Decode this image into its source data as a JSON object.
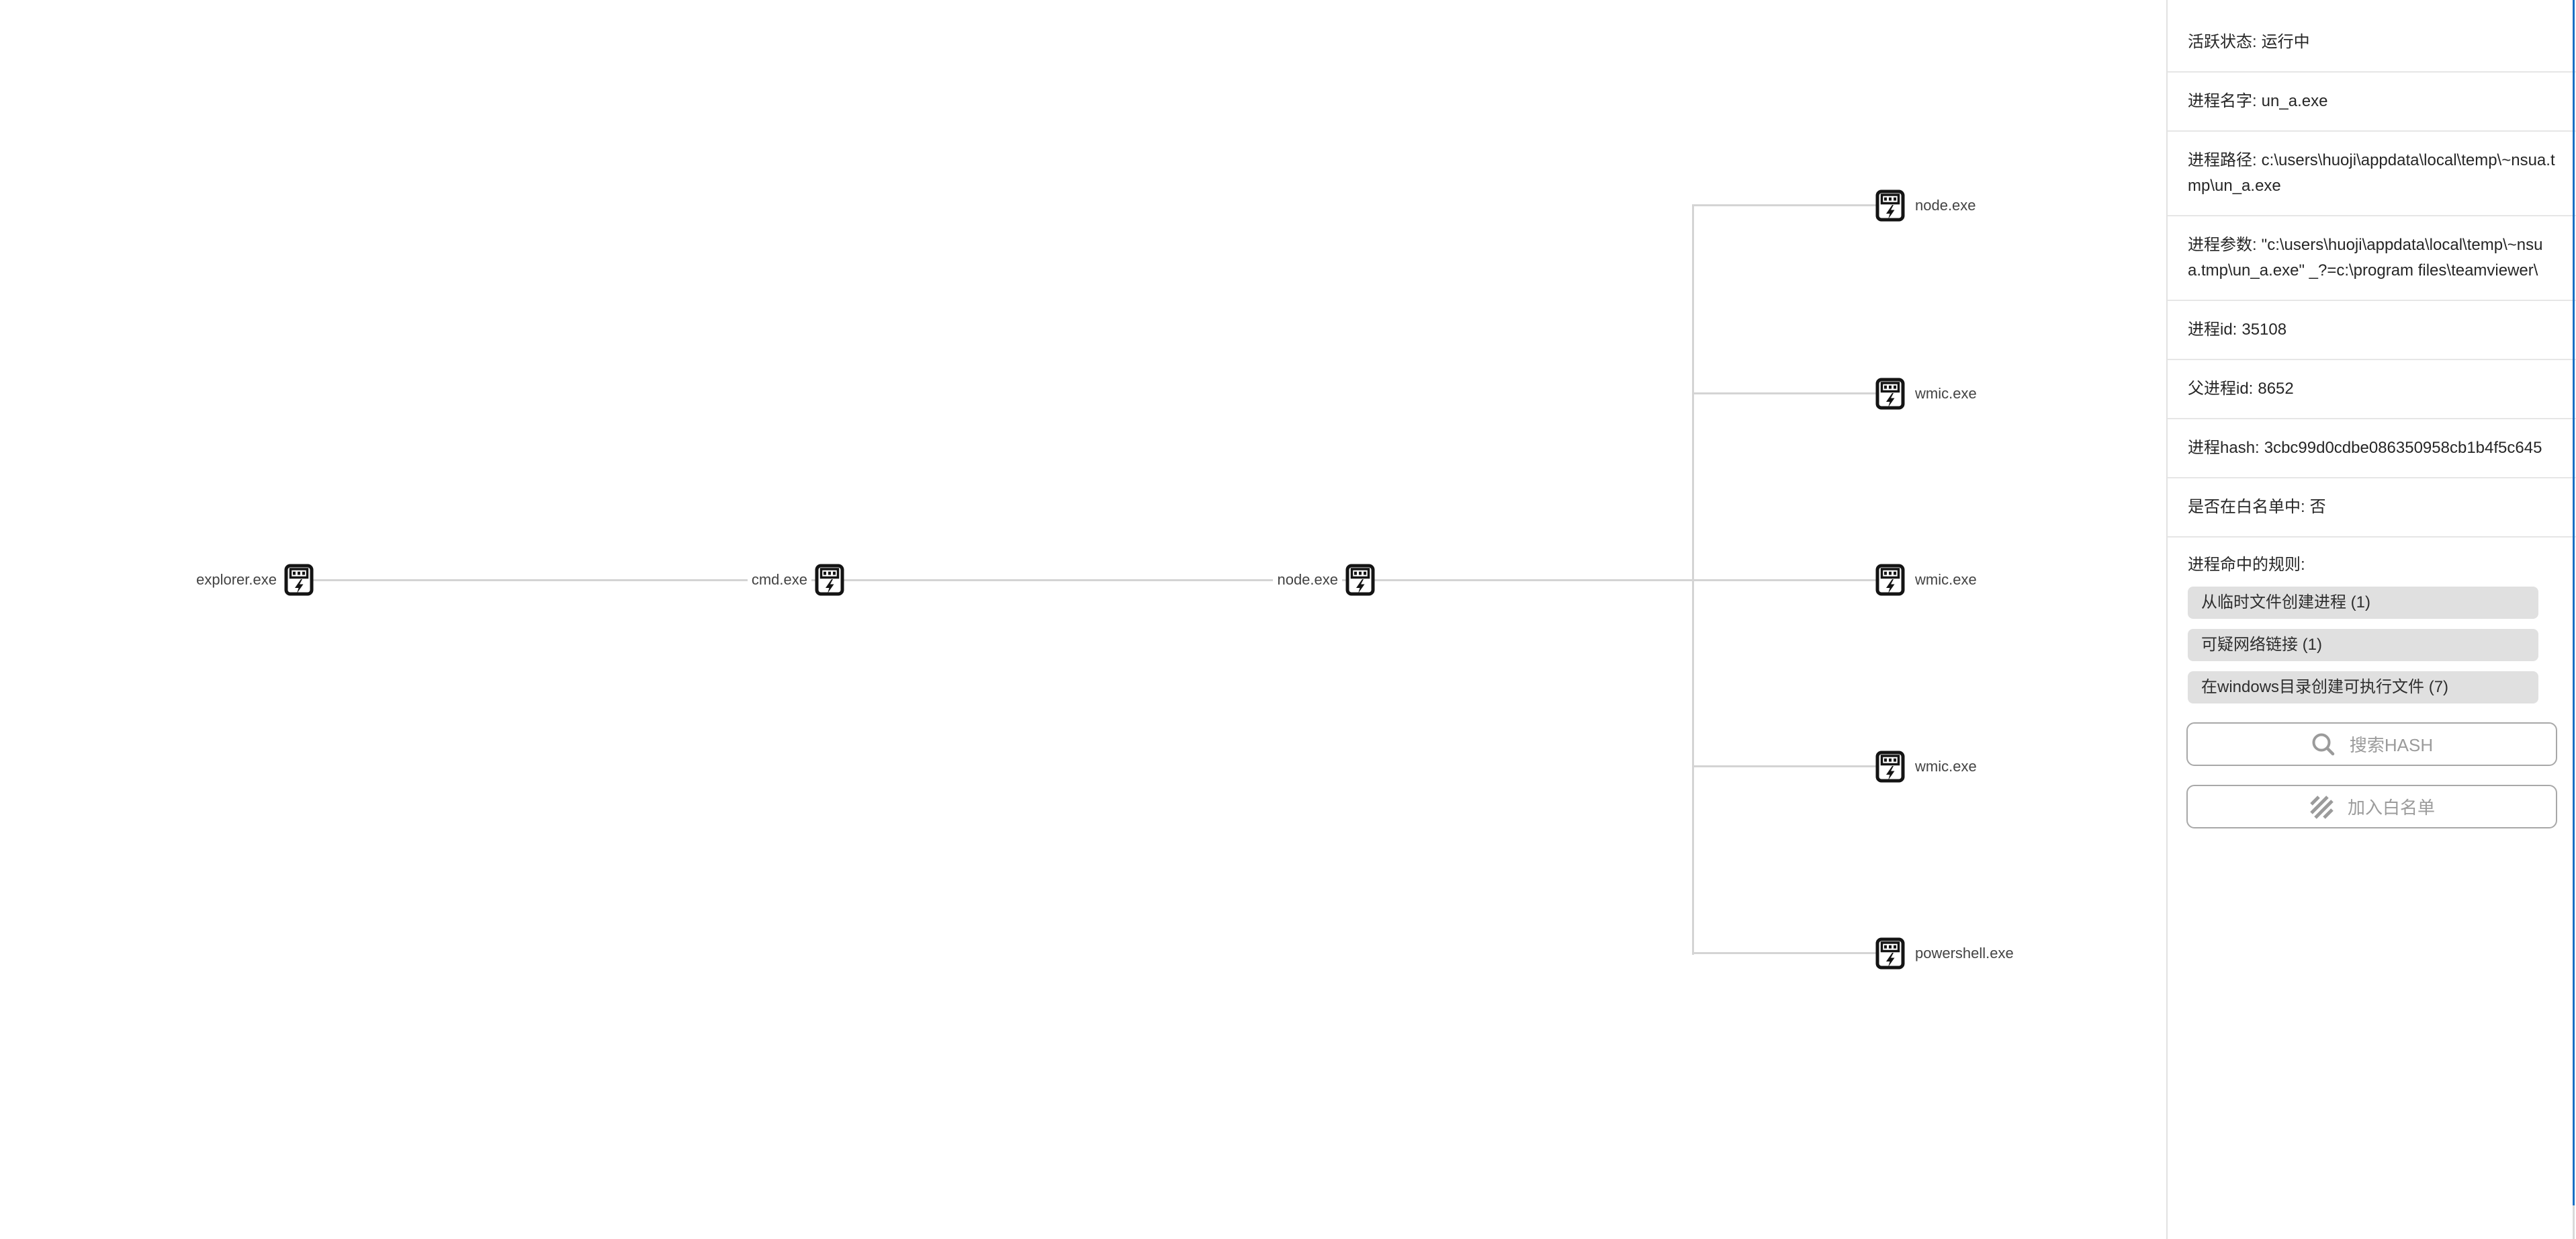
{
  "canvas": {
    "nodes": [
      {
        "id": "explorer",
        "label": "explorer.exe"
      },
      {
        "id": "cmd",
        "label": "cmd.exe"
      },
      {
        "id": "node-parent",
        "label": "node.exe"
      },
      {
        "id": "child-node",
        "label": "node.exe"
      },
      {
        "id": "child-wmic-1",
        "label": "wmic.exe"
      },
      {
        "id": "child-wmic-2",
        "label": "wmic.exe"
      },
      {
        "id": "child-wmic-3",
        "label": "wmic.exe"
      },
      {
        "id": "child-powershell",
        "label": "powershell.exe"
      }
    ]
  },
  "details_panel": {
    "rows": [
      {
        "label": "活跃状态:",
        "value": "运行中"
      },
      {
        "label": "进程名字:",
        "value": "un_a.exe"
      },
      {
        "label": "进程路径:",
        "value": "c:\\users\\huoji\\appdata\\local\\temp\\~nsua.tmp\\un_a.exe"
      },
      {
        "label": "进程参数:",
        "value": "\"c:\\users\\huoji\\appdata\\local\\temp\\~nsua.tmp\\un_a.exe\" _?=c:\\program files\\teamviewer\\"
      },
      {
        "label": "进程id:",
        "value": "35108"
      },
      {
        "label": "父进程id:",
        "value": "8652"
      },
      {
        "label": "进程hash:",
        "value": "3cbc99d0cdbe086350958cb1b4f5c645"
      },
      {
        "label": "是否在白名单中:",
        "value": "否"
      }
    ],
    "rules": {
      "label": "进程命中的规则:",
      "items": [
        "从临时文件创建进程 (1)",
        "可疑网络链接 (1)",
        "在windows目录创建可执行文件 (7)"
      ]
    },
    "actions": {
      "search_hash": "搜索HASH",
      "add_whitelist": "加入白名单"
    }
  },
  "colors": {
    "accent_blue": "#1a6fc4",
    "connector_gray": "#d4d4d4",
    "badge_gray": "#e0e0e0"
  }
}
